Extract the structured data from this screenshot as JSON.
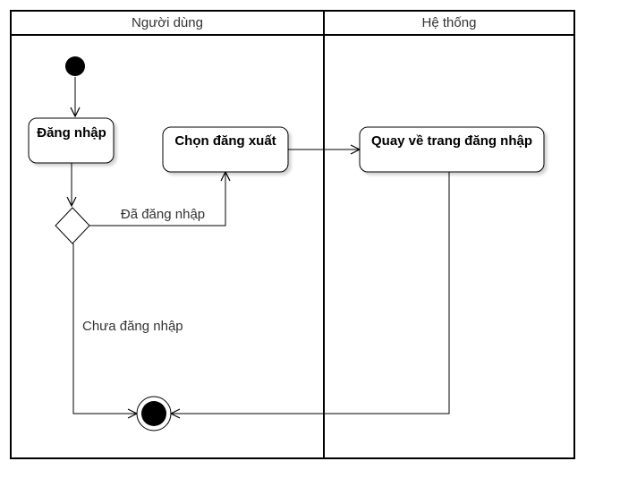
{
  "lanes": {
    "user": "Người dùng",
    "system": "Hệ thống"
  },
  "nodes": {
    "login": "Đăng nhập",
    "logout": "Chọn đăng xuất",
    "return": "Quay về trang đăng nhập"
  },
  "edges": {
    "logged_in": "Đã đăng nhập",
    "not_logged_in": "Chưa đăng nhập"
  }
}
